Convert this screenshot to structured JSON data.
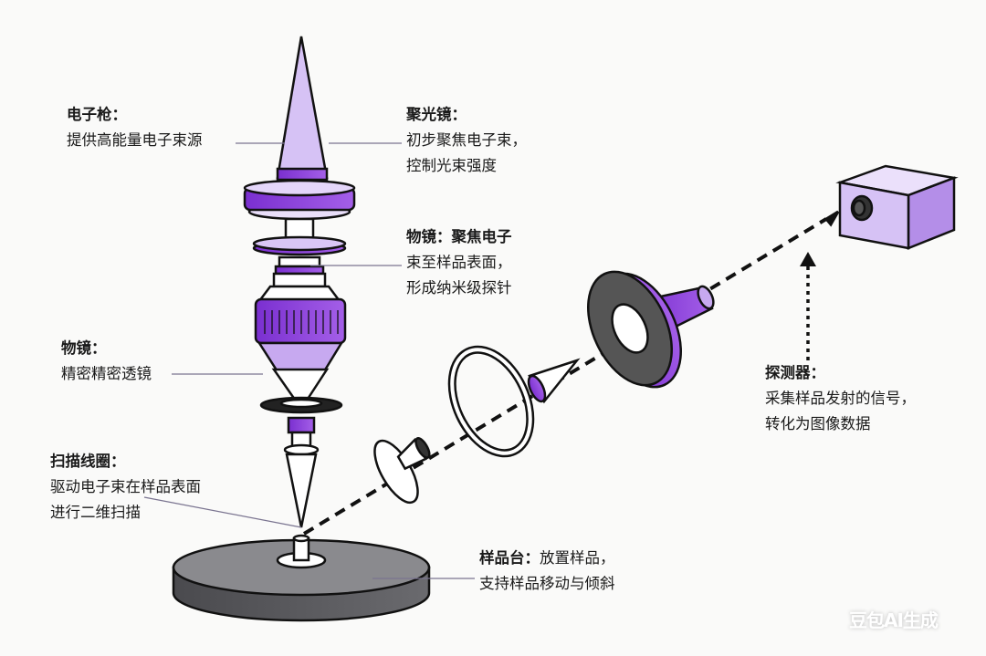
{
  "labels": {
    "electron_gun": {
      "title": "电子枪：",
      "lines": [
        "提供高能量电子束源"
      ]
    },
    "condenser": {
      "title": "聚光镜：",
      "lines": [
        "初步聚焦电子束，",
        "控制光束强度"
      ]
    },
    "objective_focus": {
      "title": "物镜：聚焦电子",
      "lines": [
        "束至样品表面，",
        "形成纳米级探针"
      ]
    },
    "objective": {
      "title": "物镜：",
      "lines": [
        "精密精密透镜"
      ]
    },
    "scan_coil": {
      "title": "扫描线圈：",
      "lines": [
        "驱动电子束在样品表面",
        "进行二维扫描"
      ]
    },
    "stage": {
      "title": "样品台：",
      "inline": "放置样品，",
      "lines": [
        "支持样品移动与倾斜"
      ]
    },
    "detector": {
      "title": "探测器：",
      "lines": [
        "采集样品发射的信号，",
        "转化为图像数据"
      ]
    }
  },
  "watermark": "豆包AI生成",
  "colors": {
    "purple": "#8a3fd6",
    "light_purple": "#d8c4f4",
    "gray": "#5a5a5e"
  }
}
